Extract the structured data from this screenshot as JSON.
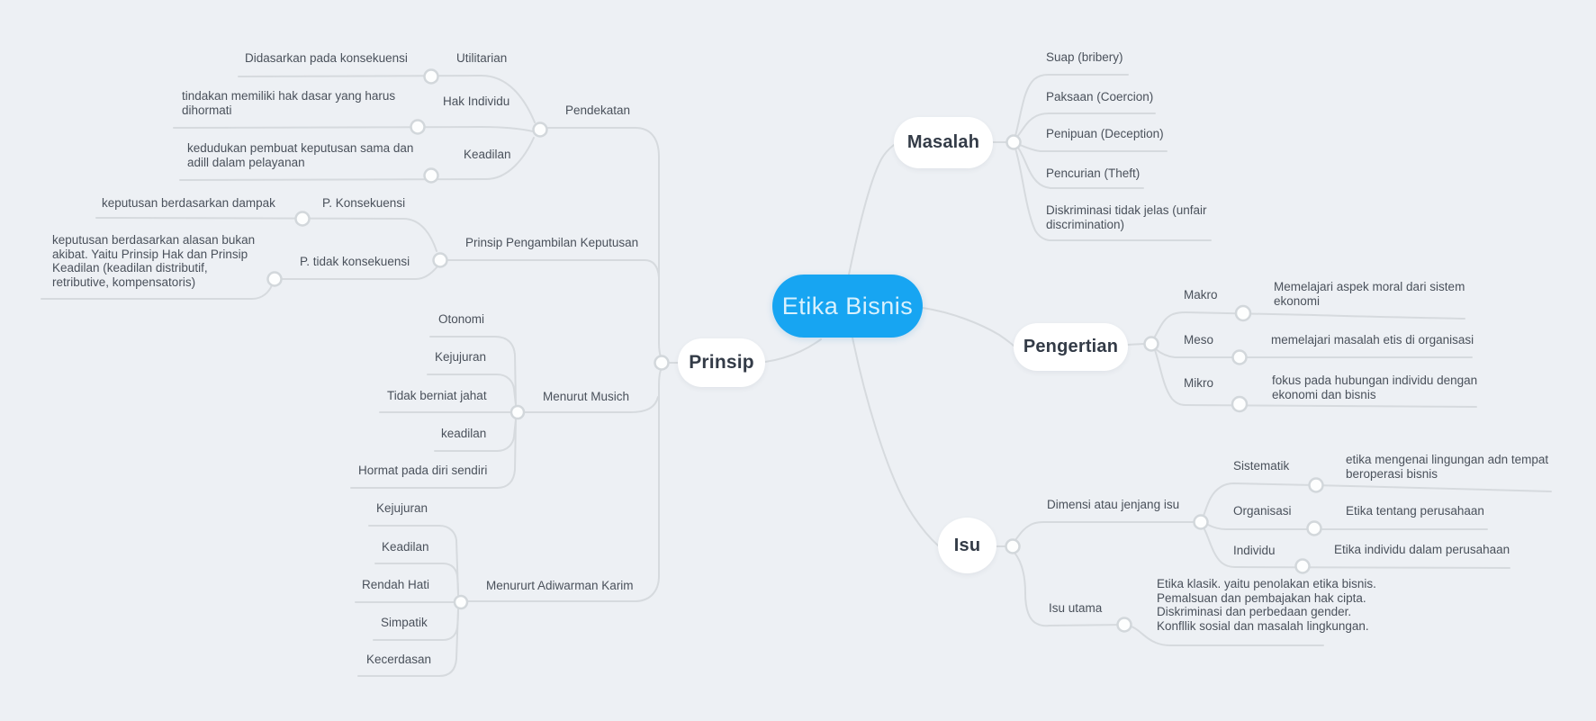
{
  "canvas": {
    "background_color": "#edf0f4",
    "line_color": "#d6dade",
    "junction_fill": "#fdfefe",
    "junction_stroke": "#d2d7db"
  },
  "root": {
    "label": "Etika Bisnis",
    "fill_color": "#17a5f2",
    "text_color": "#d9f1fd"
  },
  "branches": {
    "masalah": {
      "label": "Masalah",
      "items": [
        {
          "label": "Suap (bribery)"
        },
        {
          "label": "Paksaan (Coercion)"
        },
        {
          "label": "Penipuan (Deception)"
        },
        {
          "label": "Pencurian (Theft)"
        },
        {
          "label": "Diskriminasi tidak jelas (unfair\ndiscrimination)"
        }
      ]
    },
    "pengertian": {
      "label": "Pengertian",
      "items": [
        {
          "label": "Makro",
          "note": "Memelajari aspek moral dari sistem\nekonomi"
        },
        {
          "label": "Meso",
          "note": "memelajari masalah etis di organisasi"
        },
        {
          "label": "Mikro",
          "note": "fokus pada hubungan individu dengan\nekonomi dan bisnis"
        }
      ]
    },
    "isu": {
      "label": "Isu",
      "items": [
        {
          "label": "Dimensi atau jenjang isu",
          "children": [
            {
              "label": "Sistematik",
              "note": "etika mengenai lingungan adn tempat\nberoperasi bisnis"
            },
            {
              "label": "Organisasi",
              "note": "Etika tentang perusahaan"
            },
            {
              "label": "Individu",
              "note": "Etika individu dalam perusahaan"
            }
          ]
        },
        {
          "label": "Isu utama",
          "note": "Etika klasik. yaitu penolakan etika bisnis.\nPemalsuan dan pembajakan hak cipta.\nDiskriminasi dan perbedaan gender.\nKonfllik sosial dan masalah lingkungan."
        }
      ]
    },
    "prinsip": {
      "label": "Prinsip",
      "items": [
        {
          "label": "Pendekatan",
          "children": [
            {
              "label": "Utilitarian",
              "note": "Didasarkan pada konsekuensi"
            },
            {
              "label": "Hak Individu",
              "note": "tindakan memiliki hak dasar yang harus\ndihormati"
            },
            {
              "label": "Keadilan",
              "note": "kedudukan pembuat keputusan sama dan\nadill dalam pelayanan"
            }
          ]
        },
        {
          "label": "Prinsip Pengambilan Keputusan",
          "children": [
            {
              "label": "P. Konsekuensi",
              "note": "keputusan berdasarkan dampak"
            },
            {
              "label": "P. tidak konsekuensi",
              "note": "keputusan berdasarkan alasan bukan\nakibat. Yaitu Prinsip Hak dan Prinsip\nKeadilan (keadilan distributif,\nretributive, kompensatoris)"
            }
          ]
        },
        {
          "label": "Menurut Musich",
          "children": [
            {
              "label": "Otonomi"
            },
            {
              "label": "Kejujuran"
            },
            {
              "label": "Tidak berniat jahat"
            },
            {
              "label": "keadilan"
            },
            {
              "label": "Hormat pada diri sendiri"
            }
          ]
        },
        {
          "label": "Menururt Adiwarman Karim",
          "children": [
            {
              "label": "Kejujuran"
            },
            {
              "label": "Keadilan"
            },
            {
              "label": "Rendah Hati"
            },
            {
              "label": "Simpatik"
            },
            {
              "label": "Kecerdasan"
            }
          ]
        }
      ]
    }
  }
}
